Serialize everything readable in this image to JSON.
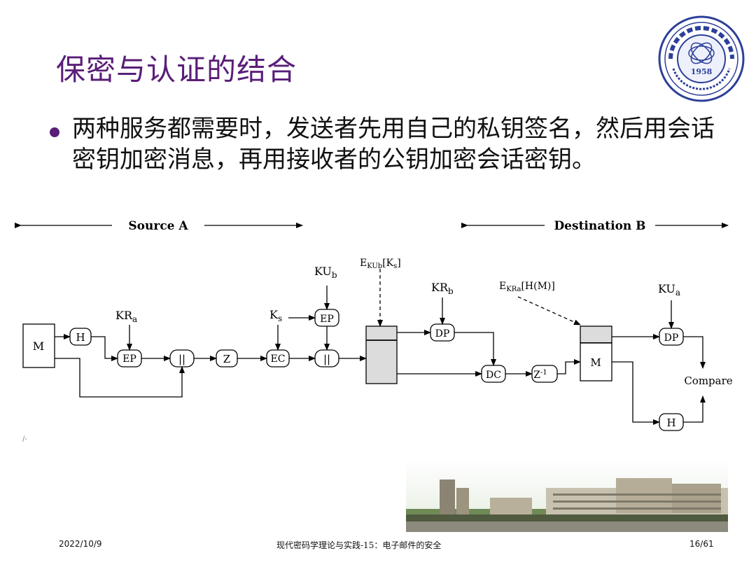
{
  "slide": {
    "title": "保密与认证的结合",
    "bullet": "两种服务都需要时，发送者先用自己的私钥签名，然后用会话密钥加密消息，再用接收者的公钥加密会话密钥。"
  },
  "diagram": {
    "source_label": "Source A",
    "dest_label": "Destination B",
    "M": "M",
    "H": "H",
    "EP": "EP",
    "concat": "||",
    "Z": "Z",
    "EC": "EC",
    "DP": "DP",
    "DC": "DC",
    "Zinv": "Z",
    "Zinv_sup": "-1",
    "compare": "Compare",
    "KR": "KR",
    "KU": "KU",
    "K": "K",
    "E": "E",
    "sub_a": "a",
    "sub_b": "b",
    "sub_s": "s",
    "sub_KUb": "KUb",
    "sub_KRa": "KRa",
    "bracket_Ks_open": "[K",
    "bracket_close": "]",
    "bracket_HM": "[H(M)]",
    "stray_mark": "/-"
  },
  "logo": {
    "year": "1958"
  },
  "footer": {
    "date": "2022/10/9",
    "center": "现代密码学理论与实践-15：电子邮件的安全",
    "page": "16/61"
  },
  "colors": {
    "title": "#5a1e78",
    "bullet": "#5a1e78",
    "logo": "#2c3f9a",
    "box_fill": "#dcdcdc"
  }
}
